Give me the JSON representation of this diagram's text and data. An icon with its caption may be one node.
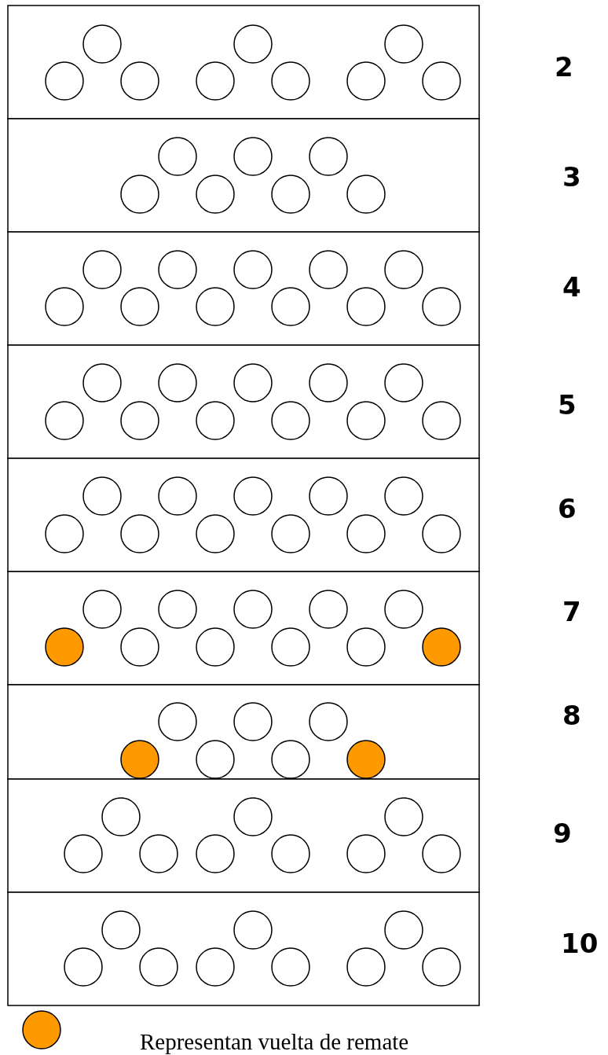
{
  "diagram": {
    "labels": [
      "2",
      "3",
      "4",
      "5",
      "6",
      "7",
      "8",
      "9",
      "10"
    ],
    "legend": [
      {
        "text": "Representan vuelta de remate",
        "color": "#ff9900"
      }
    ]
  }
}
